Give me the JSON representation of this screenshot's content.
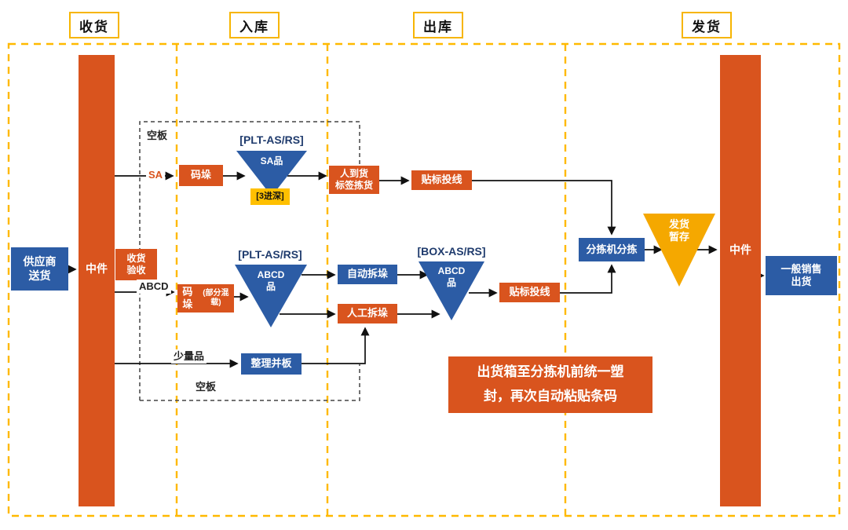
{
  "phases": [
    {
      "label": "收货"
    },
    {
      "label": "入库"
    },
    {
      "label": "出库"
    },
    {
      "label": "发货"
    }
  ],
  "receiving": {
    "supplier": "供应商\n送货",
    "left_bar": "中件",
    "inspection": "收货\n验收"
  },
  "inbound": {
    "empty_pallet_top": "空板",
    "sa": "SA",
    "palletize_sa": "码垛",
    "plt_sa_title": "[PLT-AS/RS]",
    "plt_sa_item": "SA品",
    "depth": "[3进深]",
    "abcd": "ABCD",
    "palletize_abcd_line1": "码垛",
    "palletize_abcd_line2": "(部分混载)",
    "plt_abcd_title": "[PLT-AS/RS]",
    "plt_abcd_item": "ABCD\n品",
    "small_qty": "少量品",
    "consolidate": "整理并板",
    "empty_pallet_bottom": "空板"
  },
  "outbound": {
    "picking": "人到货\n标签拣货",
    "labeling1": "贴标投线",
    "auto_depal": "自动拆垛",
    "manual_depal": "人工拆垛",
    "box_title": "[BOX-AS/RS]",
    "box_item": "ABCD\n品",
    "labeling2": "贴标投线",
    "note": "出货箱至分拣机前统一塑\n封，再次自动粘贴条码"
  },
  "shipping": {
    "sorter": "分拣机分拣",
    "staging": "发货\n暂存",
    "right_bar": "中件",
    "sales": "一般销售\n出货"
  },
  "colors": {
    "orange": "#D9541E",
    "blue": "#2C5CA5",
    "gold_triangle": "#F5A800",
    "yellow_box": "#FFC000",
    "guide_yellow": "#FFB900"
  }
}
